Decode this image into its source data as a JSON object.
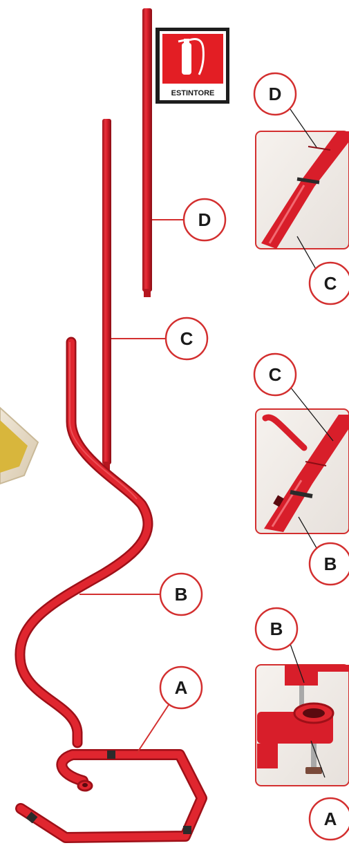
{
  "sign": {
    "text": "ESTINTORE",
    "icon": "fire-extinguisher-icon"
  },
  "colors": {
    "pole_red": "#d81e2a",
    "pole_dark": "#9e1018",
    "callout_red": "#d32f2f",
    "sign_red": "#e31e24"
  },
  "callouts": {
    "main_d": "D",
    "main_c": "C",
    "main_b": "B",
    "main_a": "A",
    "detail1_top": "D",
    "detail1_bottom": "C",
    "detail2_top": "C",
    "detail2_bottom": "B",
    "detail3_top": "B",
    "detail3_bottom": "A"
  }
}
